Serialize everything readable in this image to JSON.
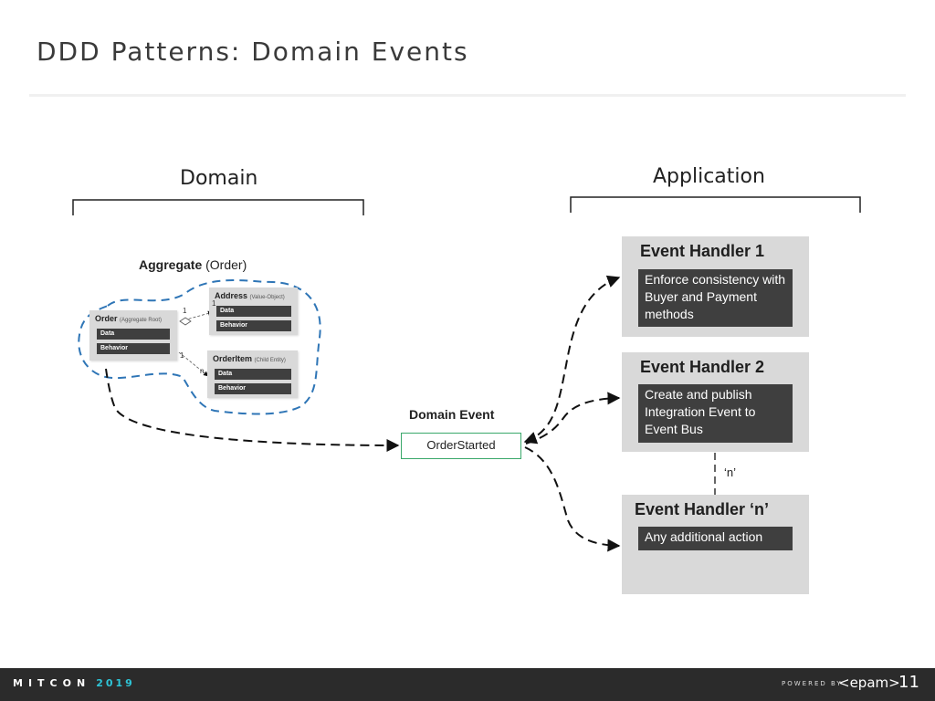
{
  "slide": {
    "title": "DDD Patterns: Domain Events",
    "page_number": "11"
  },
  "domain": {
    "heading": "Domain",
    "aggregate": {
      "label_bold": "Aggregate",
      "label_rest": "(Order)",
      "order": {
        "name": "Order",
        "stereotype": "(Aggregate Root)",
        "rows": [
          "Data",
          "Behavior"
        ]
      },
      "address": {
        "name": "Address",
        "stereotype": "(Value-Object)",
        "rows": [
          "Data",
          "Behavior"
        ]
      },
      "order_item": {
        "name": "OrderItem",
        "stereotype": "(Child Entity)",
        "rows": [
          "Data",
          "Behavior"
        ]
      },
      "multiplicities": {
        "address_1": "1",
        "address_2": "1",
        "item_1": "1",
        "item_n": "n"
      }
    }
  },
  "domain_event": {
    "label": "Domain Event",
    "name": "OrderStarted"
  },
  "application": {
    "heading": "Application",
    "handlers": [
      {
        "title": "Event Handler 1",
        "description": "Enforce consistency with Buyer and Payment methods"
      },
      {
        "title": "Event Handler 2",
        "description": "Create and publish Integration Event to Event Bus"
      },
      {
        "title": "Event Handler ‘n’",
        "description": "Any additional action"
      }
    ],
    "n_label": "‘n’"
  },
  "footer": {
    "logo_text": "MITCON",
    "logo_year": "2019",
    "powered_by": "POWERED BY",
    "brand": "<epam>"
  },
  "colors": {
    "aggregate_border": "#2e75b6",
    "event_box_border": "#3aa86b",
    "handler_bg": "#d9d9d9",
    "dark_box": "#3f3f3f",
    "footer_bg": "#2b2b2b",
    "logo_accent": "#2ec4d6"
  }
}
